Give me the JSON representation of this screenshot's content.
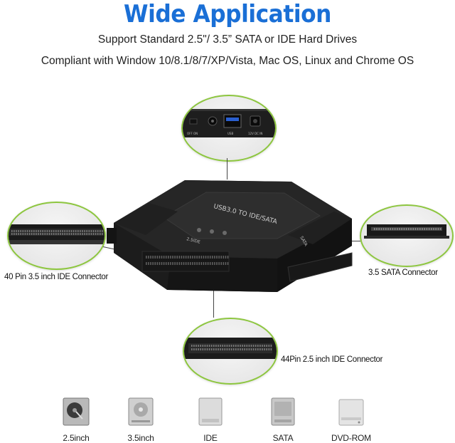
{
  "header": {
    "title": "Wide Application",
    "line1": "Support Standard 2.5\"/ 3.5” SATA or IDE Hard Drives",
    "line2": "Compliant with Window 10/8.1/8/7/XP/Vista, Mac OS, Linux and Chrome OS"
  },
  "device": {
    "top_label": "USB3.0 TO IDE/SATA",
    "side_label": "2.5IDE",
    "sata_label": "SATA"
  },
  "ports": {
    "usb_text": "USB",
    "dc_text": "12V DC IN",
    "off_on": "OFF ON"
  },
  "callouts": {
    "ide40": "40 Pin 3.5 inch IDE Connector",
    "sata35": "3.5 SATA Connector",
    "ide44": "44Pin 2.5 inch IDE Connector"
  },
  "drives": [
    {
      "label": "2.5inch",
      "icon": "hdd-open-icon"
    },
    {
      "label": "3.5inch",
      "icon": "hdd-35-icon"
    },
    {
      "label": "IDE",
      "icon": "hdd-ide-icon"
    },
    {
      "label": "SATA",
      "icon": "hdd-sata-icon"
    },
    {
      "label": "DVD-ROM",
      "icon": "dvd-rom-icon"
    }
  ],
  "colors": {
    "title": "#1a6fd6",
    "bubble_border": "#8dc63f",
    "device_body": "#1c1c1c"
  }
}
